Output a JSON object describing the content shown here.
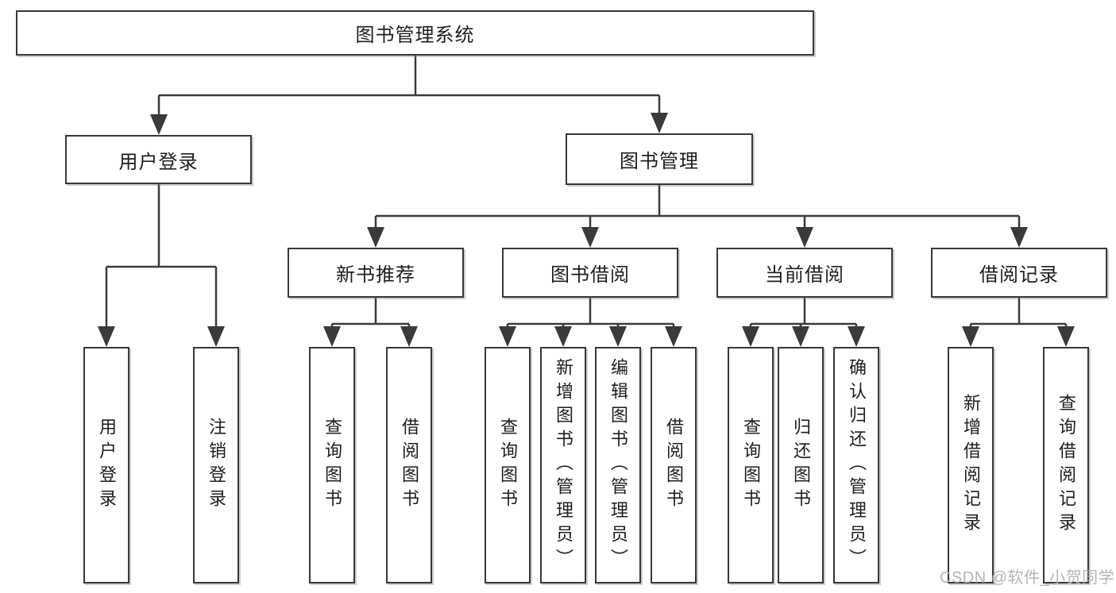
{
  "diagram": {
    "title": "图书管理系统",
    "root": {
      "label": "图书管理系统"
    },
    "nodes": {
      "user_login": {
        "label": "用户登录"
      },
      "book_mgmt": {
        "label": "图书管理"
      },
      "new_books": {
        "label": "新书推荐"
      },
      "book_borrow": {
        "label": "图书借阅"
      },
      "current_borrow": {
        "label": "当前借阅"
      },
      "borrow_records": {
        "label": "借阅记录"
      }
    },
    "leaves": {
      "user_login": [
        "用户登录",
        "注销登录"
      ],
      "new_books": [
        "查询图书",
        "借阅图书"
      ],
      "book_borrow": [
        "查询图书",
        "新增图书（管理员）",
        "编辑图书（管理员）",
        "借阅图书"
      ],
      "current_borrow": [
        "查询图书",
        "归还图书",
        "确认归还（管理员）"
      ],
      "borrow_records": [
        "新增借阅记录",
        "查询借阅记录"
      ]
    }
  },
  "watermark": {
    "text": "CSDN @软件_小贺同学"
  },
  "colors": {
    "line": "#3a3a3a",
    "border": "#383838",
    "text": "#1e1e1e",
    "watermark": "#b5b5b5",
    "background": "#ffffff"
  }
}
